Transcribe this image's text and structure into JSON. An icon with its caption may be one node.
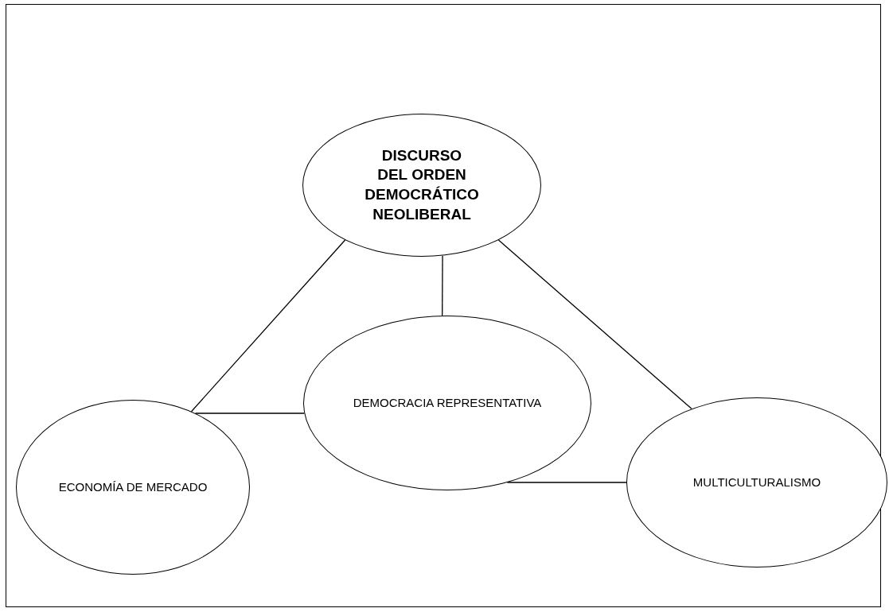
{
  "diagram": {
    "nodes": [
      {
        "text": [
          "DISCURSO DEL ORDEN DEMOCRÁTICO NEOLIBERAL"
        ]
      },
      {
        "text": [
          "DEMOCRACIA REPRESENTATIVA"
        ]
      },
      {
        "text": [
          "ECONOMÍA DE MERCADO"
        ]
      },
      {
        "text": [
          "MULTICULTURALISMO"
        ]
      }
    ],
    "edges": [
      {
        "from": 0,
        "to": 2,
        "arrow": "none"
      },
      {
        "from": 0,
        "to": 1,
        "arrow": "none"
      },
      {
        "from": 0,
        "to": 3,
        "arrow": "none"
      },
      {
        "from": 1,
        "to": 2,
        "arrow": "none"
      },
      {
        "from": 1,
        "to": 3,
        "arrow": "none"
      }
    ]
  }
}
